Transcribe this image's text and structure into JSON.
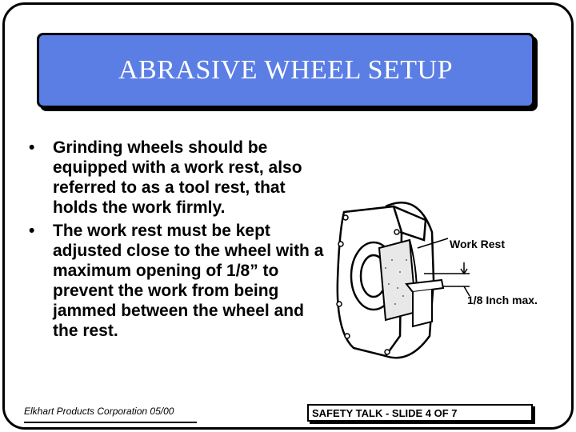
{
  "slide": {
    "title": "ABRASIVE WHEEL SETUP",
    "bullets": [
      "Grinding wheels should be equipped with a work rest, also referred to as a tool rest, that holds the work firmly.",
      "The work rest must be kept adjusted close to the wheel with a maximum opening of 1/8” to prevent the work from being jammed between the wheel and the rest."
    ],
    "bullet_symbol": "•"
  },
  "illustration": {
    "work_rest_label": "Work Rest",
    "gap_label": "1/8 Inch max."
  },
  "footer": {
    "left": "Elkhart Products Corporation 05/00",
    "right": "SAFETY TALK - SLIDE 4 OF 7"
  },
  "colors": {
    "title_background": "#5b7ee5",
    "title_text": "#ffffff"
  }
}
